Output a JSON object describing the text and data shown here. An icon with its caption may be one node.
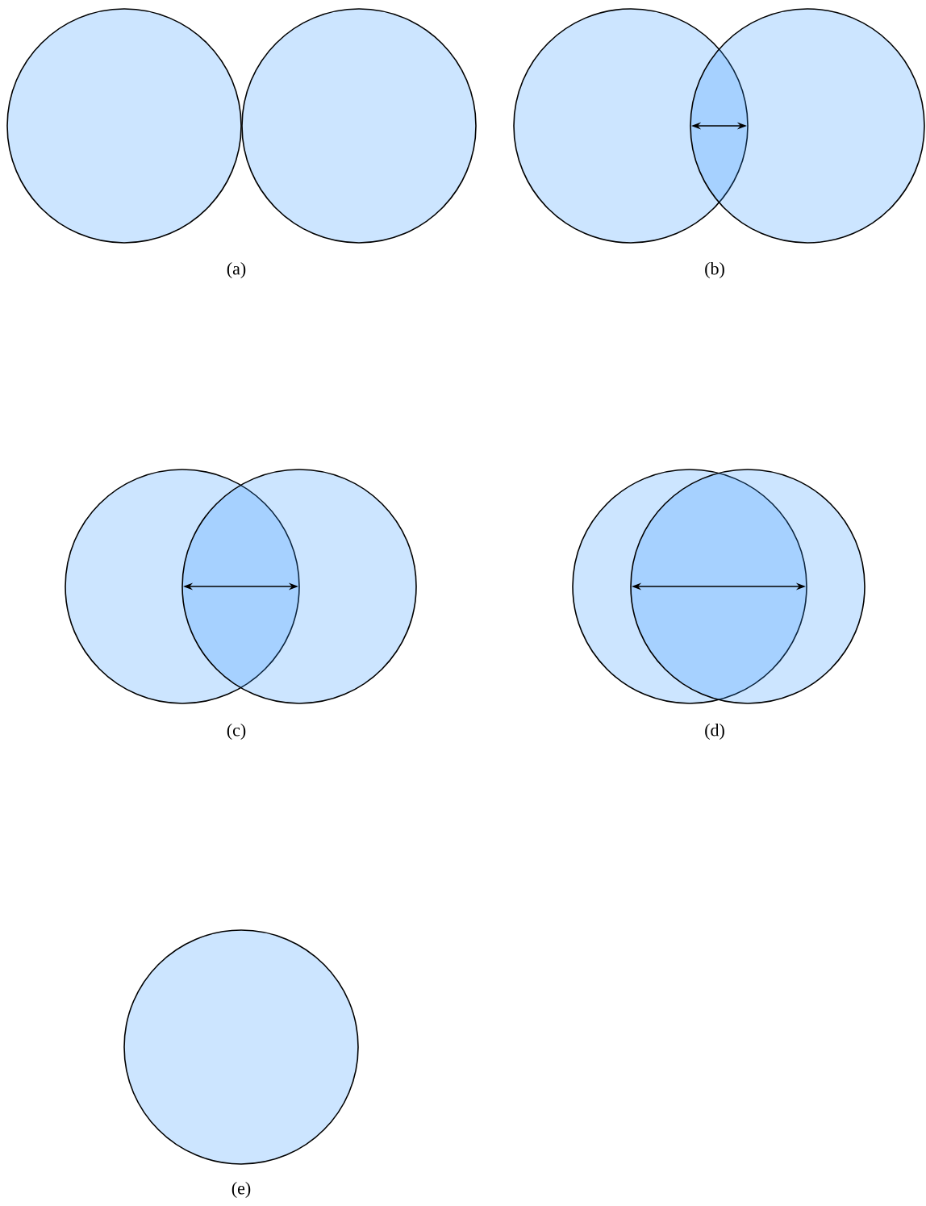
{
  "diagram": {
    "nodes": [
      {
        "text": [],
        "shape": "circle"
      },
      {
        "text": [],
        "shape": "circle"
      },
      {
        "text": [],
        "shape": "circle"
      },
      {
        "text": [],
        "shape": "circle"
      },
      {
        "text": [],
        "shape": "circle"
      },
      {
        "text": [],
        "shape": "circle"
      },
      {
        "text": [],
        "shape": "circle"
      },
      {
        "text": [],
        "shape": "circle"
      },
      {
        "text": [],
        "shape": "circle"
      }
    ],
    "labels": [
      "(a)",
      "(b)",
      "(c)",
      "(d)",
      "(e)"
    ]
  }
}
